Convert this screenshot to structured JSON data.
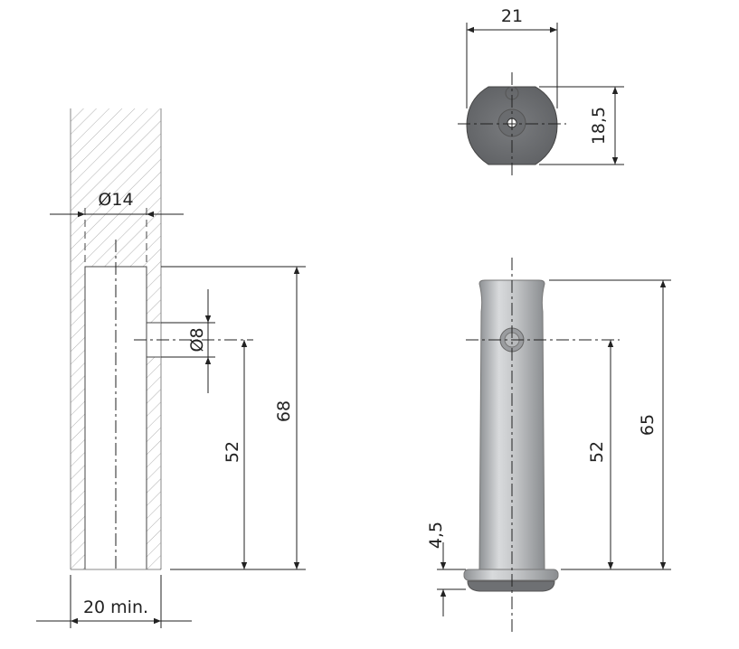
{
  "dimensions": {
    "bore_diameter": "Ø14",
    "hole_diameter": "Ø8",
    "hole_height_left": "52",
    "bore_depth": "68",
    "min_wall": "20 min.",
    "head_width": "21",
    "head_height": "18,5",
    "hole_height_right": "52",
    "pin_length": "65",
    "flange_thickness": "4,5"
  },
  "colors": {
    "pin_light": "#c9cbcd",
    "pin_dark": "#8e9194",
    "head": "#6e7073"
  }
}
